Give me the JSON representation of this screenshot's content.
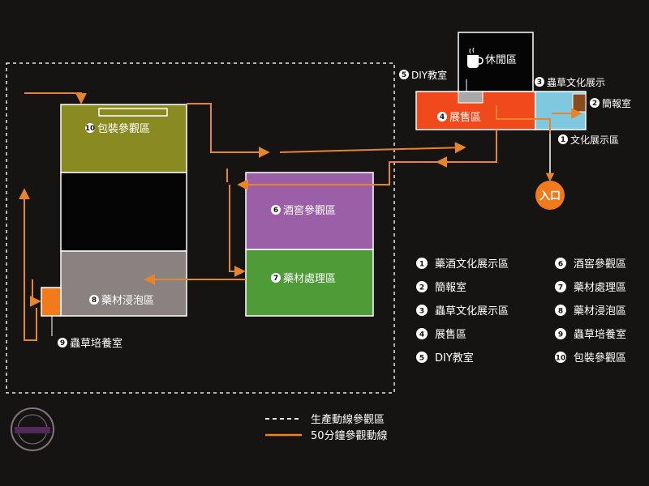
{
  "zones": {
    "packaging": {
      "num": "10",
      "label": "包裝參觀區",
      "color": "#8a8a22"
    },
    "cellar": {
      "num": "6",
      "label": "酒窖參觀區",
      "color": "#9a5fa6"
    },
    "herb_processing": {
      "num": "7",
      "label": "藥材處理區",
      "color": "#4e9b38"
    },
    "herb_soaking": {
      "num": "8",
      "label": "藥材浸泡區",
      "color": "#8a8280"
    },
    "cordyceps": {
      "num": "9",
      "label": "蟲草培養室",
      "color": "#f07a1c"
    },
    "lounge": {
      "label": "休閒區"
    },
    "diy": {
      "num": "5",
      "label": "DIY教室"
    },
    "cordyceps_culture": {
      "num": "3",
      "label": "蟲草文化展示"
    },
    "briefing": {
      "num": "2",
      "label": "簡報室"
    },
    "shop": {
      "num": "4",
      "label": "展售區",
      "color": "#f04a1c"
    },
    "culture_exhibit": {
      "num": "1",
      "label": "文化展示區",
      "color": "#7ec8e0"
    },
    "entrance": {
      "label": "入口",
      "color": "#f07a1c"
    }
  },
  "list": [
    {
      "num": "1",
      "label": "藥酒文化展示區"
    },
    {
      "num": "2",
      "label": "簡報室"
    },
    {
      "num": "3",
      "label": "蟲草文化展示區"
    },
    {
      "num": "4",
      "label": "展售區"
    },
    {
      "num": "5",
      "label": "DIY教室"
    },
    {
      "num": "6",
      "label": "酒窖參觀區"
    },
    {
      "num": "7",
      "label": "藥材處理區"
    },
    {
      "num": "8",
      "label": "藥材浸泡區"
    },
    {
      "num": "9",
      "label": "蟲草培養室"
    },
    {
      "num": "10",
      "label": "包裝參觀區"
    }
  ],
  "legend": {
    "production_route": "生產動線參觀區",
    "tour_route": "50分鐘參觀動線"
  },
  "colors": {
    "background": "#161412",
    "route_orange": "#e8852c",
    "outline": "#ffffff"
  },
  "icons": [
    "coffee-cup-icon",
    "flow-arrow-icon",
    "number-badge-icon"
  ]
}
